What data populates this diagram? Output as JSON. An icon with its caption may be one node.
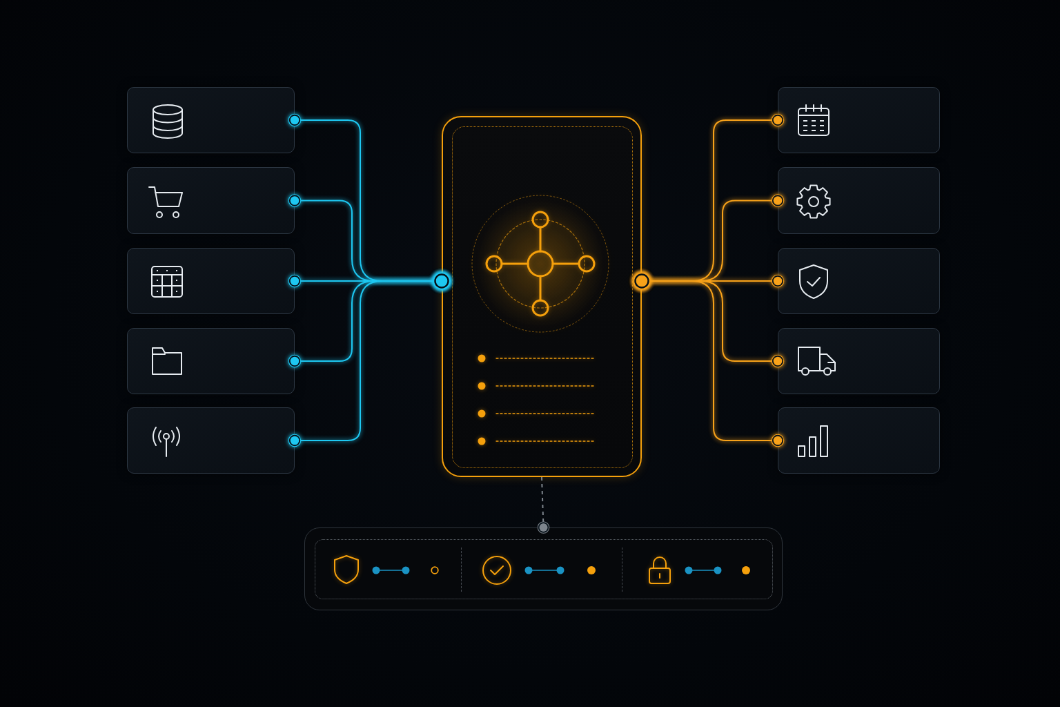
{
  "diagram": {
    "nodes": [
      {
        "text": [],
        "shape": "box"
      },
      {
        "text": [],
        "shape": "box"
      },
      {
        "text": [],
        "shape": "box"
      },
      {
        "text": [],
        "shape": "box"
      },
      {
        "text": [],
        "shape": "box"
      },
      {
        "text": [],
        "shape": "box"
      },
      {
        "text": [],
        "shape": "box"
      },
      {
        "text": [],
        "shape": "box"
      },
      {
        "text": [],
        "shape": "box"
      },
      {
        "text": [],
        "shape": "box"
      },
      {
        "text": [],
        "shape": "box"
      },
      {
        "text": [],
        "shape": "box"
      }
    ],
    "edges": [
      {
        "from": 0,
        "to": 5,
        "arrow": "other",
        "color": "#1ec8f2"
      },
      {
        "from": 1,
        "to": 5,
        "arrow": "other",
        "color": "#1ec8f2"
      },
      {
        "from": 2,
        "to": 5,
        "arrow": "other",
        "color": "#1ec8f2"
      },
      {
        "from": 3,
        "to": 5,
        "arrow": "other",
        "color": "#1ec8f2"
      },
      {
        "from": 4,
        "to": 5,
        "arrow": "other",
        "color": "#1ec8f2"
      },
      {
        "from": 5,
        "to": 6,
        "arrow": "other",
        "color": "#f8a21a"
      },
      {
        "from": 5,
        "to": 7,
        "arrow": "other",
        "color": "#f8a21a"
      },
      {
        "from": 5,
        "to": 8,
        "arrow": "other",
        "color": "#f8a21a"
      },
      {
        "from": 5,
        "to": 9,
        "arrow": "other",
        "color": "#f8a21a"
      },
      {
        "from": 5,
        "to": 10,
        "arrow": "other",
        "color": "#f8a21a"
      },
      {
        "from": 5,
        "to": 11,
        "arrow": "other",
        "style": "dashed",
        "color": "#7e858d"
      }
    ]
  }
}
